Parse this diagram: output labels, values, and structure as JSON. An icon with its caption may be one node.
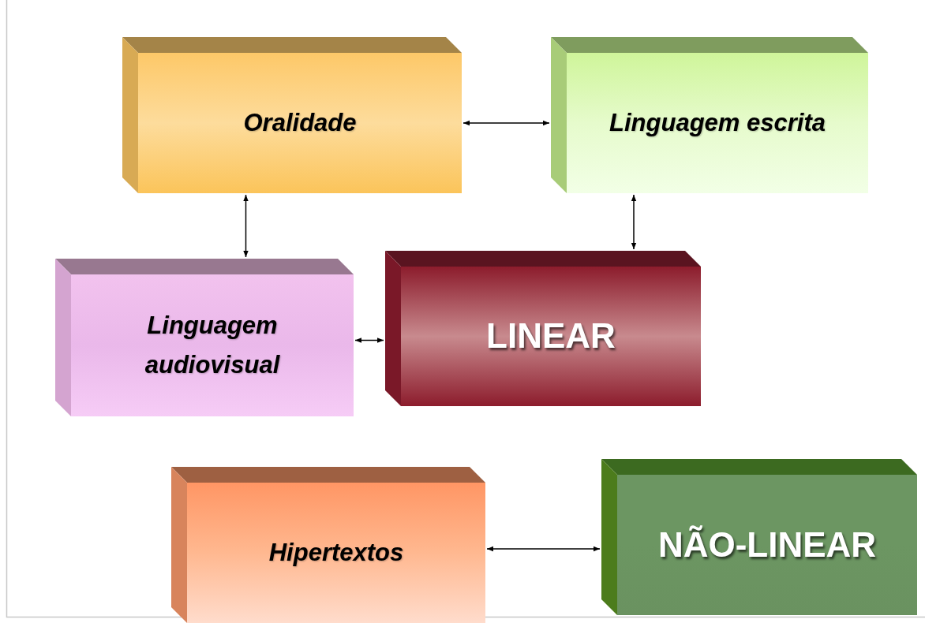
{
  "diagram": {
    "nodes": [
      {
        "text": [
          "Oralidade"
        ]
      },
      {
        "text": [
          "Linguagem escrita"
        ]
      },
      {
        "text": [
          "Linguagem audiovisual"
        ]
      },
      {
        "text": [
          "LINEAR"
        ]
      },
      {
        "text": [
          "Hipertextos"
        ]
      },
      {
        "text": [
          "NÃO-LINEAR"
        ]
      }
    ],
    "edges": [
      {
        "from": 0,
        "to": 1,
        "arrow": "both"
      },
      {
        "from": 0,
        "to": 2,
        "arrow": "both"
      },
      {
        "from": 1,
        "to": 3,
        "arrow": "both"
      },
      {
        "from": 2,
        "to": 3,
        "arrow": "both"
      },
      {
        "from": 4,
        "to": 5,
        "arrow": "both"
      }
    ]
  }
}
